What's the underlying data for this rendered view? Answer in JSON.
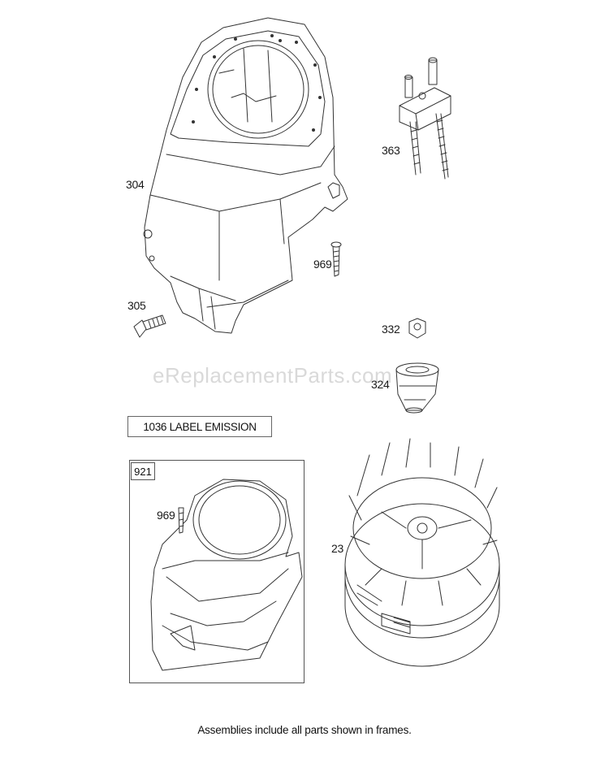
{
  "watermark": "eReplacementParts.com",
  "label_box": "1036 LABEL EMISSION",
  "frame_tag": "921",
  "footnote": "Assemblies include all parts shown in frames.",
  "callouts": {
    "blower_housing": "304",
    "screw_305": "305",
    "bracket": "363",
    "screw_969_top": "969",
    "nut": "332",
    "clutch": "324",
    "screw_969_frame": "969",
    "flywheel": "23"
  }
}
